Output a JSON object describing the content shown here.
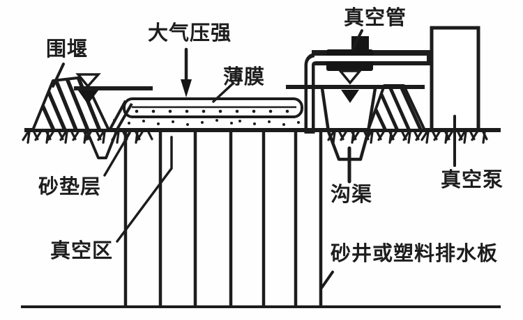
{
  "figure": {
    "type": "engineering-cross-section-diagram",
    "labels": {
      "cofferdam": "围堰",
      "atmospheric_pressure": "大气压强",
      "membrane": "薄膜",
      "vacuum_pipe": "真空管",
      "sand_cushion": "砂垫层",
      "vacuum_zone": "真空区",
      "ditch": "沟渠",
      "vacuum_pump": "真空泵",
      "sand_well_or_plastic_drain_board": "砂井或塑料排水板"
    },
    "colors": {
      "ink": "#1c1c1c",
      "background": "#ffffff"
    }
  }
}
